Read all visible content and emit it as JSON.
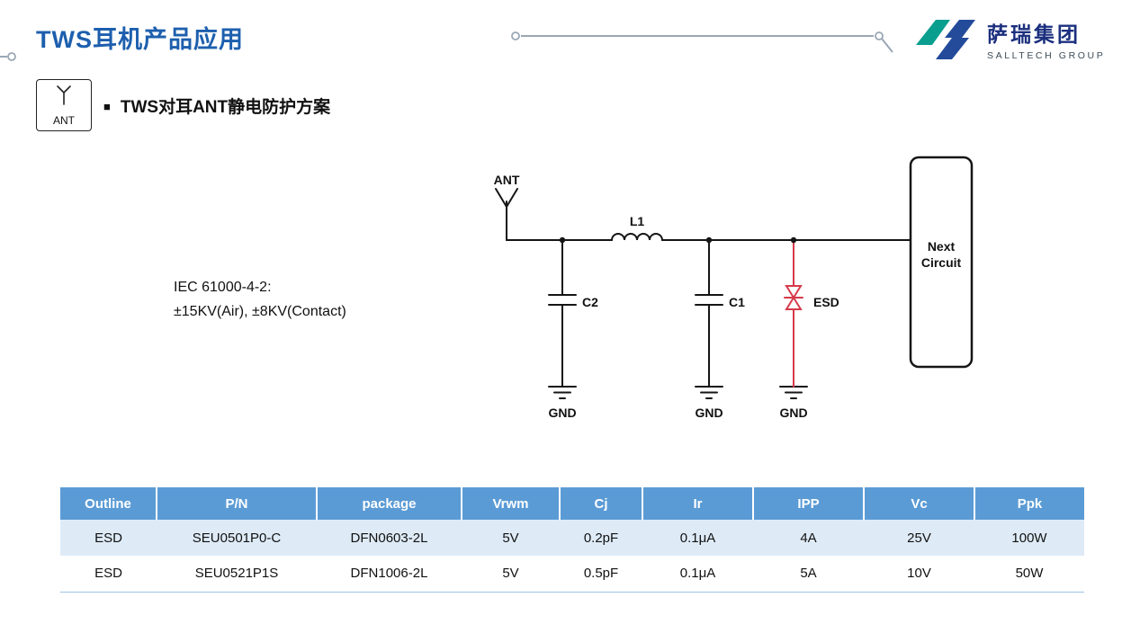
{
  "header": {
    "title": "TWS耳机产品应用"
  },
  "logo": {
    "name": "萨瑞集团",
    "subtitle": "SALLTECH GROUP"
  },
  "section": {
    "bullet": "■",
    "icon_label": "ANT",
    "title": "TWS对耳ANT静电防护方案"
  },
  "circuit": {
    "ant_label": "ANT",
    "inductor_label": "L1",
    "cap2_label": "C2",
    "cap1_label": "C1",
    "esd_label": "ESD",
    "gnd_labels": [
      "GND",
      "GND",
      "GND"
    ],
    "next_circuit_line1": "Next",
    "next_circuit_line2": "Circuit",
    "iec_line1": "IEC 61000-4-2:",
    "iec_line2": "±15KV(Air), ±8KV(Contact)"
  },
  "table": {
    "headers": [
      "Outline",
      "P/N",
      "package",
      "Vrwm",
      "Cj",
      "Ir",
      "IPP",
      "Vc",
      "Ppk"
    ],
    "rows": [
      [
        "ESD",
        "SEU0501P0-C",
        "DFN0603-2L",
        "5V",
        "0.2pF",
        "0.1μA",
        "4A",
        "25V",
        "100W"
      ],
      [
        "ESD",
        "SEU0521P1S",
        "DFN1006-2L",
        "5V",
        "0.5pF",
        "0.1μA",
        "5A",
        "10V",
        "50W"
      ]
    ]
  },
  "colors": {
    "title_blue": "#1D5FAE",
    "table_header_blue": "#5B9BD5",
    "table_band_blue": "#DEEBF7",
    "esd_red": "#D63A4A",
    "logo_teal": "#0A9E8F",
    "logo_blue": "#234B9A",
    "deco_gray": "#9AA7B4"
  }
}
